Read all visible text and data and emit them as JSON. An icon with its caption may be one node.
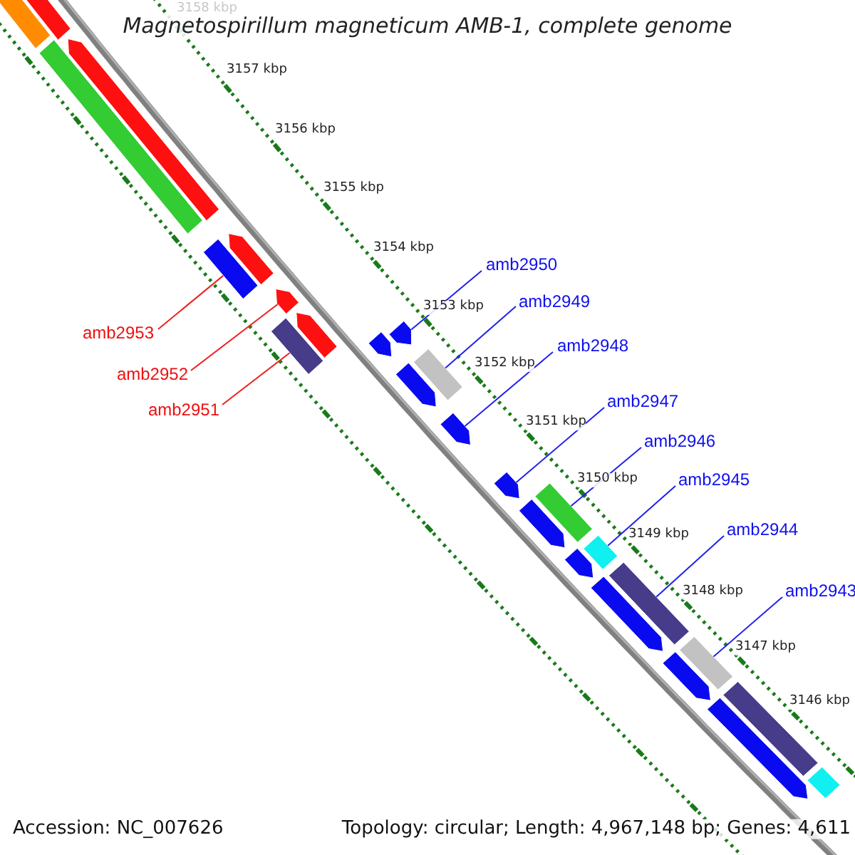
{
  "diagram": {
    "title": "Magnetospirillum magneticum AMB-1, complete genome",
    "nodes": [
      {
        "text": [
          "amb2950"
        ]
      },
      {
        "text": [
          "amb2949"
        ]
      },
      {
        "text": [
          "amb2948"
        ]
      },
      {
        "text": [
          "amb2947"
        ]
      },
      {
        "text": [
          "amb2946"
        ]
      },
      {
        "text": [
          "amb2945"
        ]
      },
      {
        "text": [
          "amb2944"
        ]
      },
      {
        "text": [
          "amb2943"
        ]
      },
      {
        "text": [
          "amb2953"
        ]
      },
      {
        "text": [
          "amb2952"
        ]
      },
      {
        "text": [
          "amb2951"
        ]
      },
      {
        "text": [],
        "shape": "bar"
      },
      {
        "text": [],
        "shape": "bar"
      },
      {
        "text": [],
        "shape": "bar"
      },
      {
        "text": [],
        "shape": "arrow"
      },
      {
        "text": [],
        "shape": "bar"
      },
      {
        "text": [],
        "shape": "arrow"
      },
      {
        "text": [],
        "shape": "arrow"
      },
      {
        "text": [],
        "shape": "bar"
      },
      {
        "text": [],
        "shape": "arrow"
      },
      {
        "text": [],
        "shape": "arrow"
      },
      {
        "text": [],
        "shape": "arrow"
      },
      {
        "text": [],
        "shape": "arrow"
      },
      {
        "text": [],
        "shape": "bar"
      },
      {
        "text": [],
        "shape": "arrow"
      },
      {
        "text": [],
        "shape": "arrow"
      },
      {
        "text": [],
        "shape": "arrow"
      },
      {
        "text": [],
        "shape": "bar"
      },
      {
        "text": [],
        "shape": "arrow"
      },
      {
        "text": [],
        "shape": "bar"
      },
      {
        "text": [],
        "shape": "arrow"
      },
      {
        "text": [],
        "shape": "bar"
      },
      {
        "text": [],
        "shape": "arrow"
      },
      {
        "text": [],
        "shape": "bar"
      },
      {
        "text": [],
        "shape": "arrow"
      },
      {
        "text": [],
        "shape": "bar"
      },
      {
        "text": [],
        "shape": "bar"
      }
    ],
    "edges": [
      {
        "from": 0,
        "to": 21,
        "arrow": "none"
      },
      {
        "from": 1,
        "to": 23,
        "arrow": "none"
      },
      {
        "from": 2,
        "to": 24,
        "arrow": "none"
      },
      {
        "from": 3,
        "to": 25,
        "arrow": "none"
      },
      {
        "from": 4,
        "to": 27,
        "arrow": "none"
      },
      {
        "from": 5,
        "to": 29,
        "arrow": "none"
      },
      {
        "from": 6,
        "to": 31,
        "arrow": "none"
      },
      {
        "from": 7,
        "to": 33,
        "arrow": "none"
      },
      {
        "from": 8,
        "to": 15,
        "arrow": "none",
        "color": "#ee2020"
      },
      {
        "from": 9,
        "to": 17,
        "arrow": "none",
        "color": "#ee2020"
      },
      {
        "from": 10,
        "to": 18,
        "arrow": "none",
        "color": "#ee2020"
      }
    ],
    "labels": [
      "3158 kbp",
      "3157 kbp",
      "3156 kbp",
      "3155 kbp",
      "3154 kbp",
      "3153 kbp",
      "3152 kbp",
      "3151 kbp",
      "3150 kbp",
      "3149 kbp",
      "3148 kbp",
      "3147 kbp",
      "3146 kbp",
      "Accession: NC_007626",
      "Topology: circular; Length: 4,967,148 bp; Genes: 4,611"
    ]
  }
}
